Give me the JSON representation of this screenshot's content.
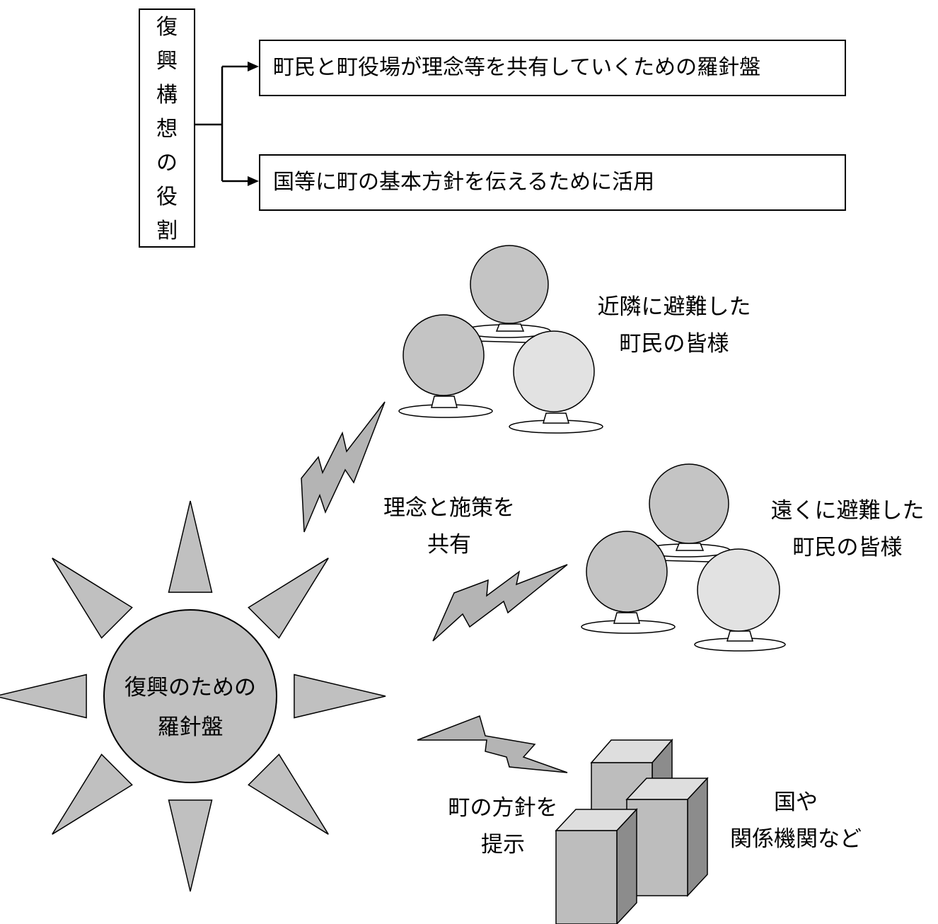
{
  "roles_box": {
    "chars": [
      "復",
      "興",
      "構",
      "想",
      "の",
      "役",
      "割"
    ]
  },
  "roles": [
    "町民と町役場が理念等を共有していくための羅針盤",
    "国等に町の基本方針を伝えるために活用"
  ],
  "sun": {
    "line1": "復興のための",
    "line2": "羅針盤"
  },
  "groups": {
    "nearby": {
      "line1": "近隣に避難した",
      "line2": "町民の皆様"
    },
    "far": {
      "line1": "遠くに避難した",
      "line2": "町民の皆様"
    },
    "agencies": {
      "line1": "国や",
      "line2": "関係機関など"
    }
  },
  "arrows": {
    "share": {
      "line1": "理念と施策を",
      "line2": "共有"
    },
    "present": {
      "line1": "町の方針を",
      "line2": "提示"
    }
  },
  "colors": {
    "sun_fill": "#c0c0c0",
    "ray_fill": "#c0c0c0",
    "bolt_fill": "#b4b4b4",
    "head_dark": "#c4c4c4",
    "head_light": "#e2e2e2",
    "building_front": "#bdbdbd",
    "building_top": "#dedede",
    "building_side": "#8c8c8c"
  }
}
